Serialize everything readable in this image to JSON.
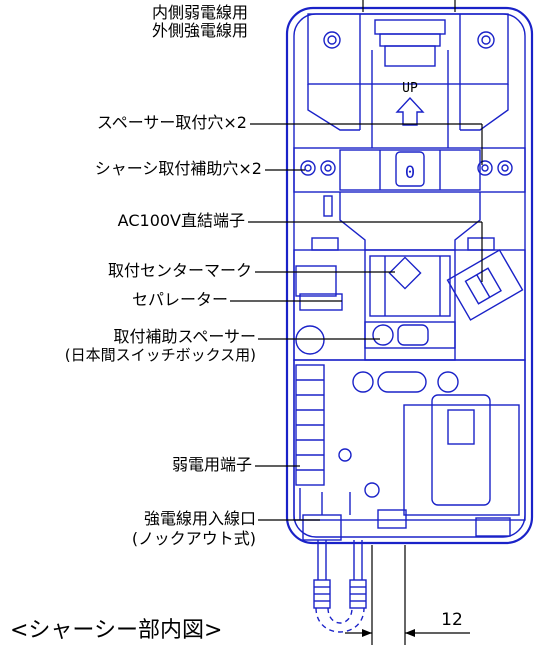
{
  "labels": {
    "inner_outer_line1": "内側弱電線用",
    "inner_outer_line2": "外側強電線用",
    "spacer_hole": "スペーサー取付穴×2",
    "chassis_aux_hole": "シャーシ取付補助穴×2",
    "ac100v_terminal": "AC100V直結端子",
    "center_mark": "取付センターマーク",
    "separator": "セパレーター",
    "aux_spacer_line1": "取付補助スペーサー",
    "aux_spacer_line2": "(日本間スイッチボックス用)",
    "weak_terminal": "弱電用端子",
    "strong_inlet_line1": "強電線用入線口",
    "strong_inlet_line2": "(ノックアウト式)",
    "caption": "<シャーシー部内図>",
    "up_mark": "UP",
    "dimension_value": "12",
    "slot_mark": "0"
  },
  "colors": {
    "line": "#1a22c8",
    "leader": "#000000",
    "background": "#ffffff"
  }
}
